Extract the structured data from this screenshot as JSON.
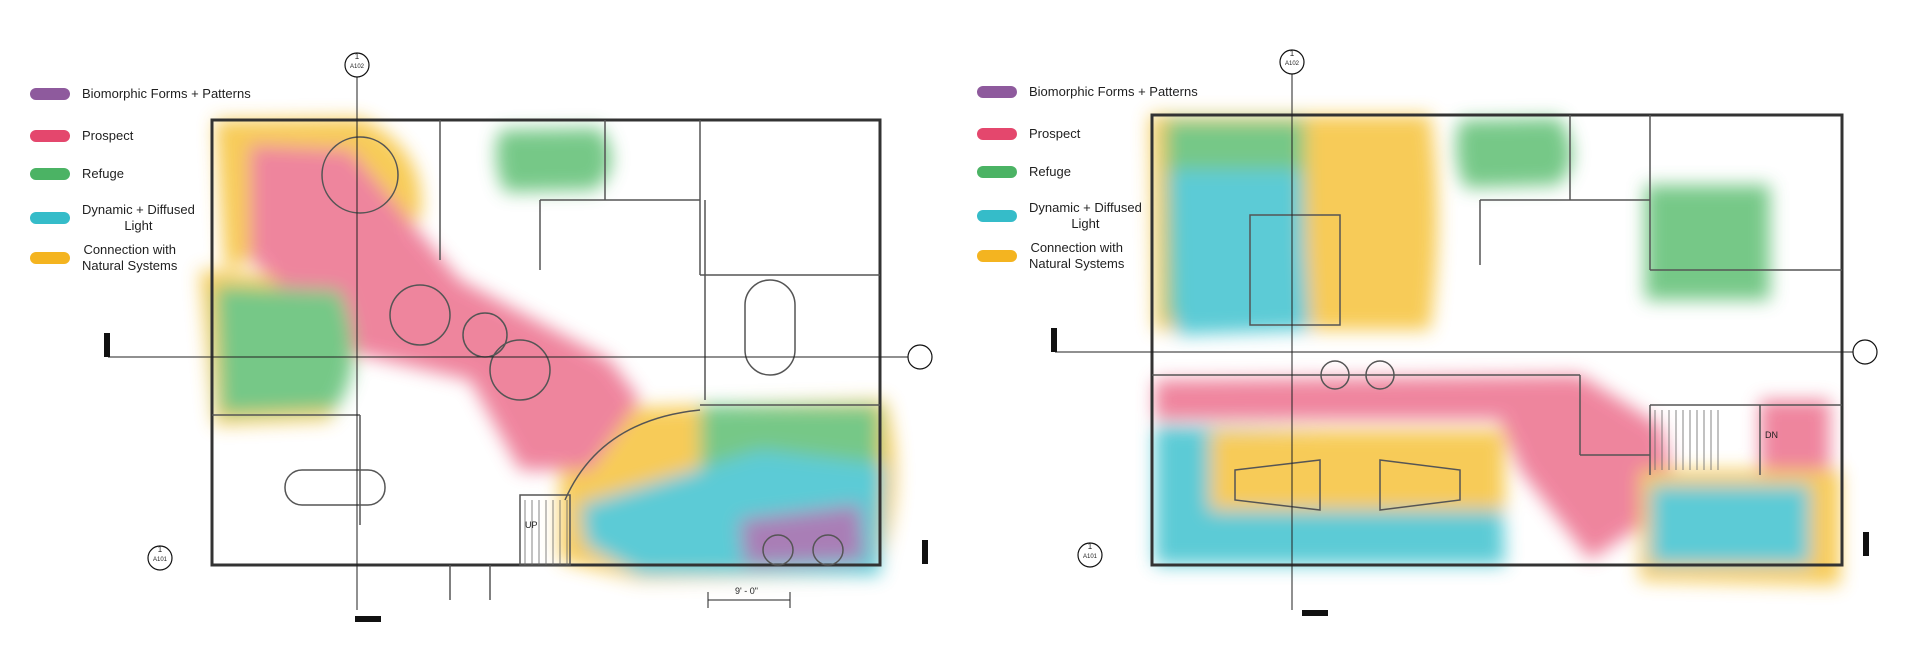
{
  "legend": [
    {
      "id": "biomorphic",
      "label": "Biomorphic Forms + Patterns",
      "color": "#8e5a9d"
    },
    {
      "id": "prospect",
      "label": "Prospect",
      "color": "#e4476d"
    },
    {
      "id": "refuge",
      "label": "Refuge",
      "color": "#4bb364"
    },
    {
      "id": "light",
      "label": "Dynamic + Diffused\nLight",
      "color": "#35bcc9"
    },
    {
      "id": "natural",
      "label": "Connection with\nNatural Systems",
      "color": "#f4b420"
    }
  ],
  "markers": {
    "top_left": "A102",
    "bottom_left": "A101",
    "top_right": "A102",
    "bottom_right": "A101",
    "number": "1"
  },
  "dimension": "9' - 0\"",
  "stair_labels": {
    "left": "UP",
    "right": "DN"
  },
  "zone_colors": {
    "prospect": "#ec6f8d",
    "refuge": "#5fbf73",
    "light": "#3fc2cf",
    "natural": "#f6c33a",
    "biomorphic": "#9b67aa"
  }
}
